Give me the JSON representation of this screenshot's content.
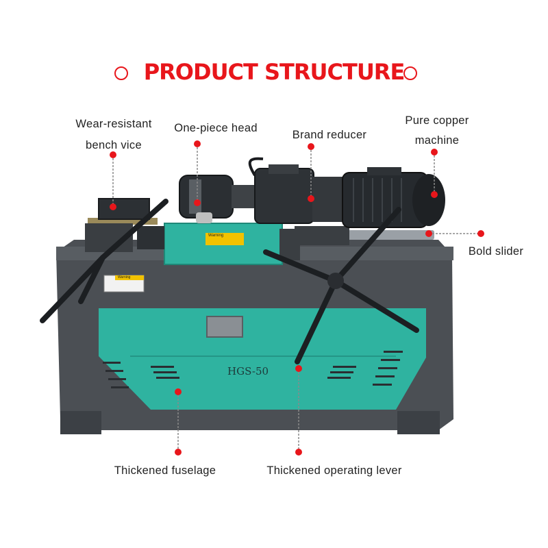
{
  "title": "PRODUCT STRUCTURE",
  "model_plate": "HGS-50",
  "warning_text": "Warning",
  "labels": {
    "vice_line1": "Wear-resistant",
    "vice_line2": "bench vice",
    "head": "One-piece head",
    "reducer": "Brand reducer",
    "motor_line1": "Pure copper",
    "motor_line2": "machine",
    "slider": "Bold slider",
    "fuselage": "Thickened fuselage",
    "lever": "Thickened operating lever"
  },
  "colors": {
    "accent": "#e8161b",
    "frame": "#4b4f54",
    "teal_panel": "#2fb3a0",
    "motor": "#262a2e",
    "text": "#222222"
  }
}
